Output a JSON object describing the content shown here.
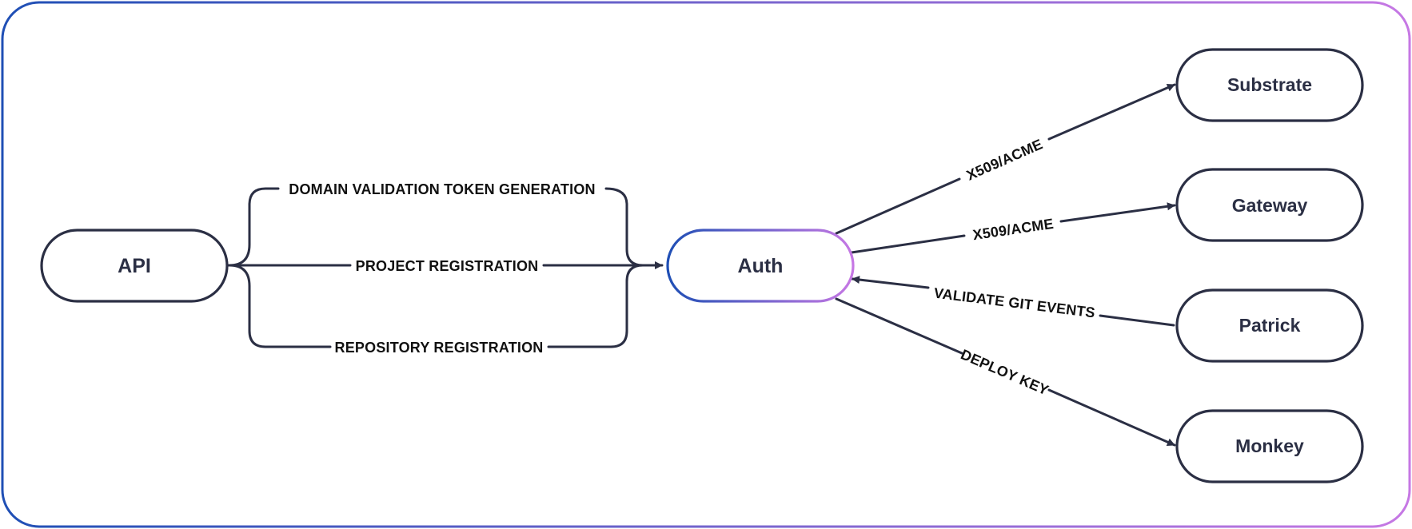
{
  "colors": {
    "frame_start": "#1f4fb5",
    "frame_end": "#c678e4",
    "stroke": "#2b2f44",
    "label": "#111111"
  },
  "nodes": {
    "api": "API",
    "auth": "Auth",
    "substrate": "Substrate",
    "gateway": "Gateway",
    "patrick": "Patrick",
    "monkey": "Monkey"
  },
  "edges": {
    "domain_validation": "DOMAIN VALIDATION TOKEN GENERATION",
    "project_registration": "PROJECT REGISTRATION",
    "repository_registration": "REPOSITORY REGISTRATION",
    "auth_to_substrate": "X509/ACME",
    "auth_to_gateway": "X509/ACME",
    "patrick_to_auth": "VALIDATE GIT EVENTS",
    "auth_to_monkey": "DEPLOY KEY"
  }
}
